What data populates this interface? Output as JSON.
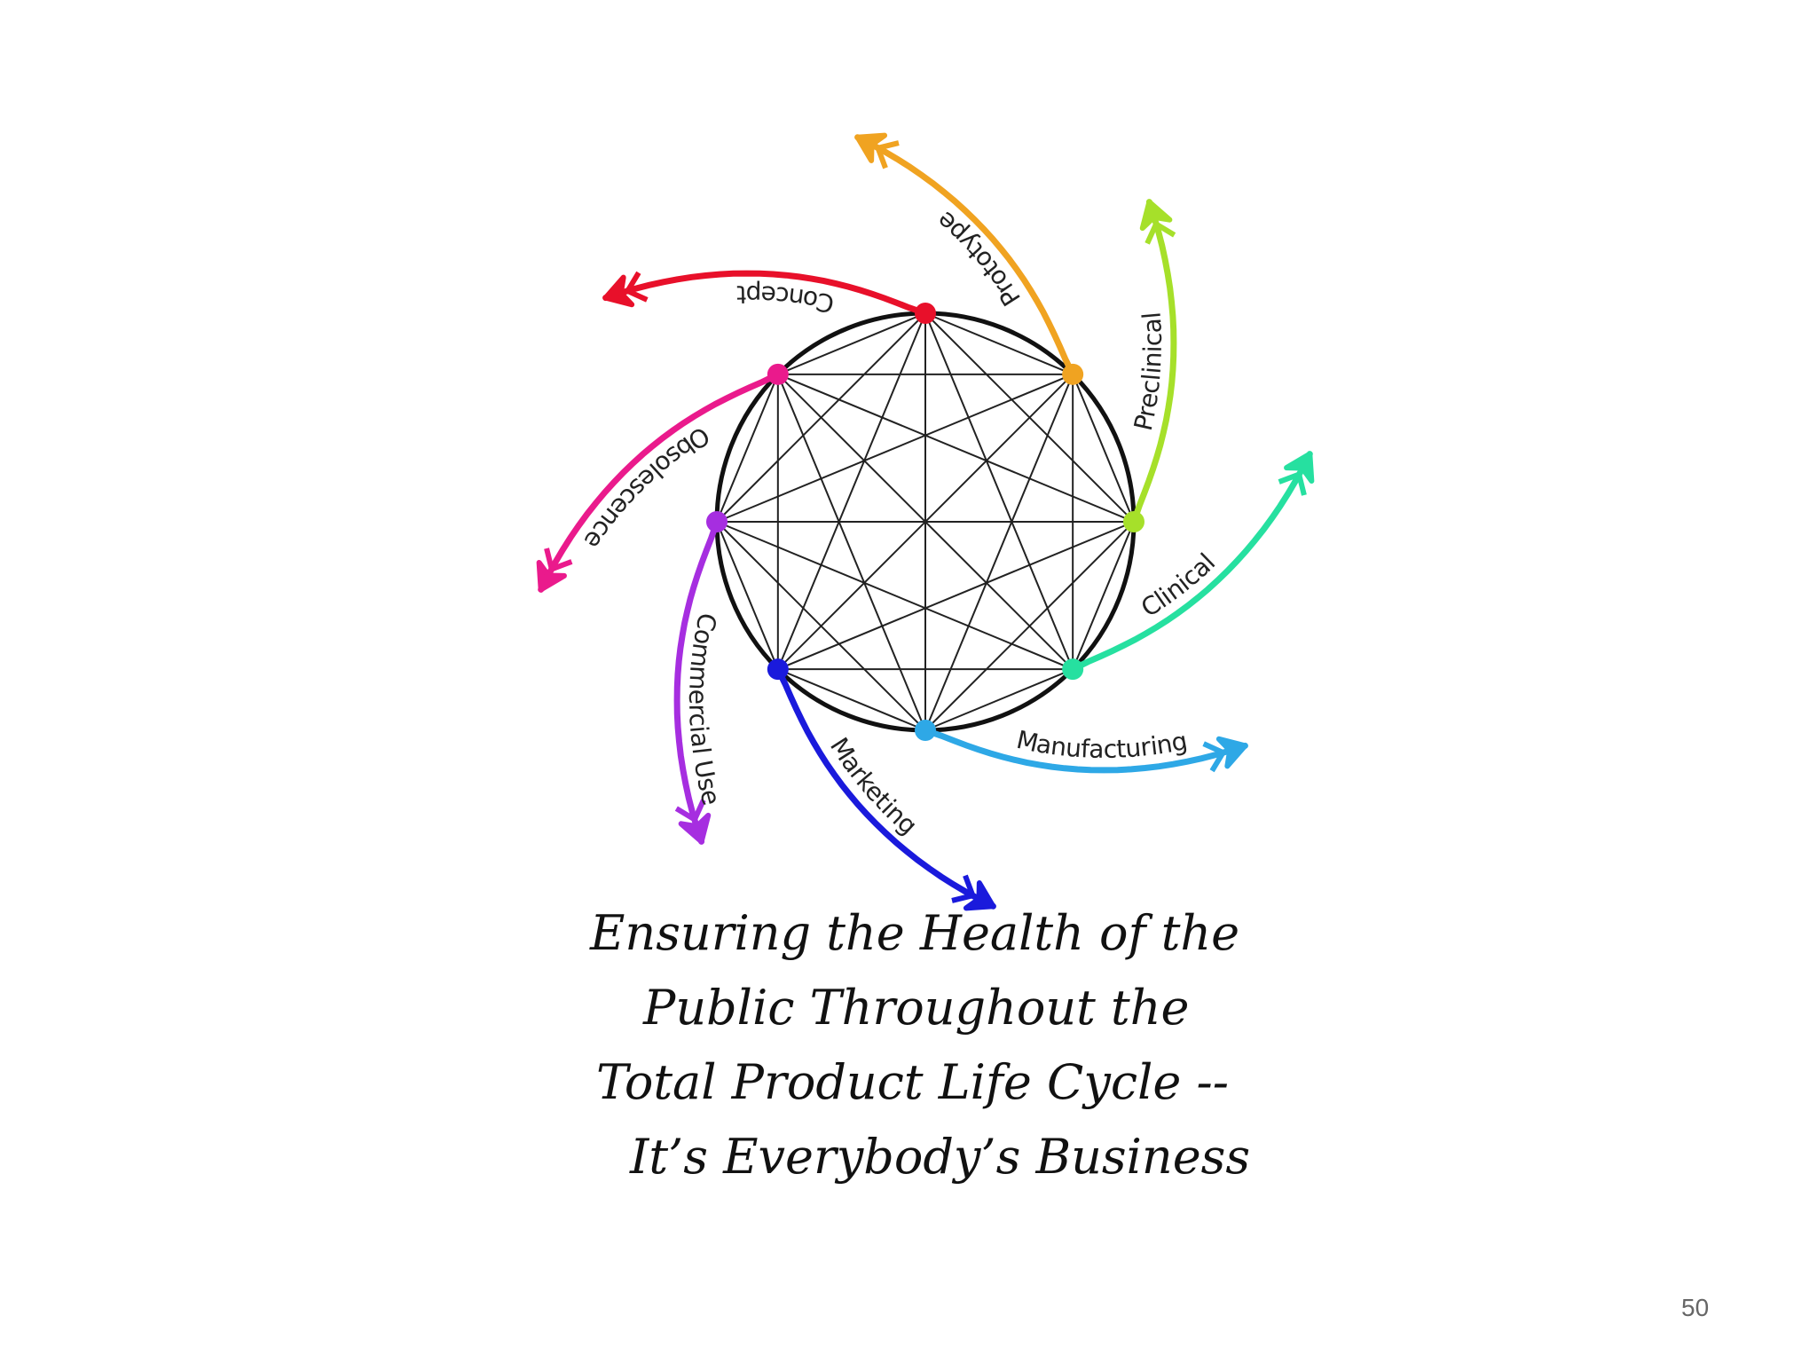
{
  "diagram": {
    "stages": [
      {
        "label": "Concept",
        "color": "#e8102a"
      },
      {
        "label": "Prototype",
        "color": "#f0a321"
      },
      {
        "label": "Preclinical",
        "color": "#a6e02a"
      },
      {
        "label": "Clinical",
        "color": "#26e0a0"
      },
      {
        "label": "Manufacturing",
        "color": "#2ea8e6"
      },
      {
        "label": "Marketing",
        "color": "#1a1adc"
      },
      {
        "label": "Commercial Use",
        "color": "#a62ee0"
      },
      {
        "label": "Obsolescence",
        "color": "#ea1a8c"
      }
    ],
    "ring_color": "#111111"
  },
  "caption": {
    "line1": "Ensuring the Health of the",
    "line2": "Public Throughout the",
    "line3": "Total Product Life Cycle --",
    "line4": "It’s Everybody’s Business"
  },
  "page_number": "50"
}
